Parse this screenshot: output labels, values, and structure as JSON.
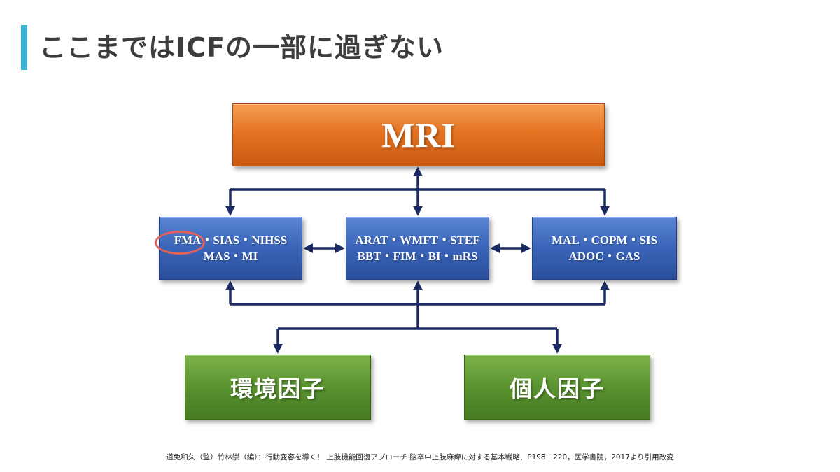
{
  "slide": {
    "title": "ここまではICFの一部に過ぎない",
    "citation": "道免和久（監）竹林崇（編）：行動変容を導く！ 上肢機能回復アプローチ 脳卒中上肢麻痺に対する基本戦略．P198－220，医学書院，2017より引用改変"
  },
  "diagram": {
    "top_box": {
      "label": "MRI"
    },
    "middle_boxes": [
      {
        "line1": "FMA・SIAS・NIHSS",
        "line2": "MAS・MI"
      },
      {
        "line1": "ARAT・WMFT・STEF",
        "line2": "BBT・FIM・BI・mRS"
      },
      {
        "line1": "MAL・COPM・SIS",
        "line2": "ADOC・GAS"
      }
    ],
    "bottom_boxes": [
      {
        "label": "環境因子"
      },
      {
        "label": "個人因子"
      }
    ],
    "highlight_target": "FMA"
  },
  "colors": {
    "accent_bar": "#3bb3d6",
    "mri_box": "#e57322",
    "assessment_boxes": "#3a64b8",
    "factor_boxes": "#5a9330",
    "connectors": "#1b2a63",
    "highlight_circle": "#e0625a"
  }
}
